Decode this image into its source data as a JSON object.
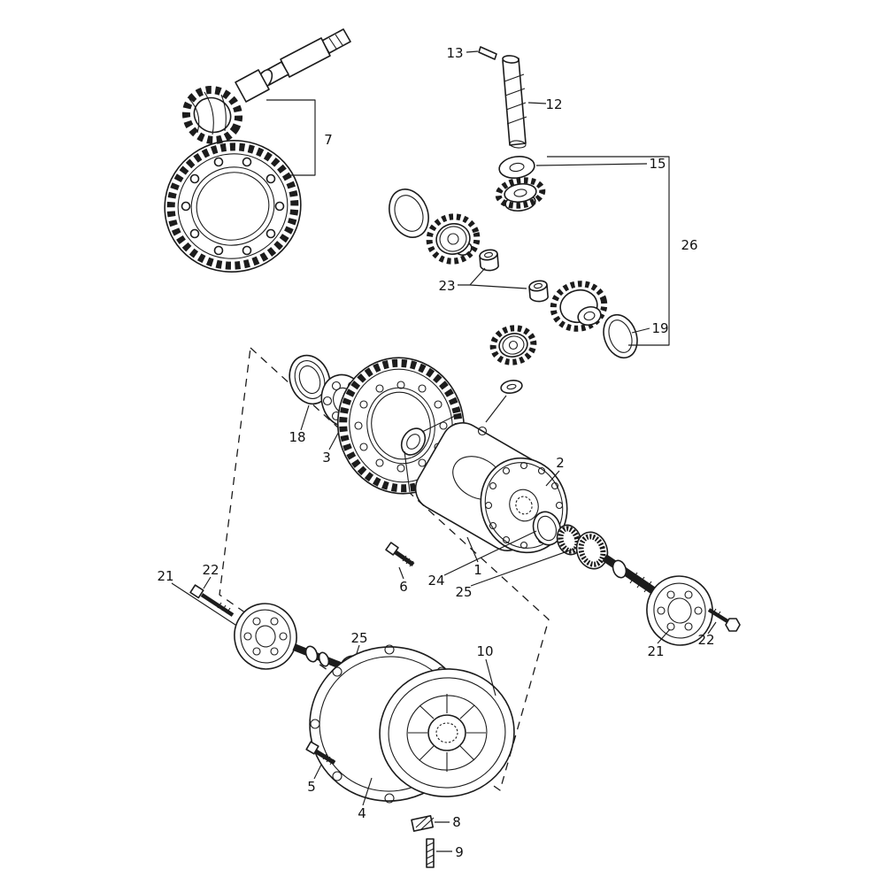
{
  "diagram": {
    "background_color": "#ffffff",
    "line_color": "#1c1c1c"
  },
  "callouts": [
    {
      "label": "13"
    },
    {
      "label": "12"
    },
    {
      "label": "7"
    },
    {
      "label": "15"
    },
    {
      "label": "26"
    },
    {
      "label": "23"
    },
    {
      "label": "19"
    },
    {
      "label": "18"
    },
    {
      "label": "3"
    },
    {
      "label": "2"
    },
    {
      "label": "1"
    },
    {
      "label": "6"
    },
    {
      "label": "24"
    },
    {
      "label": "25"
    },
    {
      "label": "22"
    },
    {
      "label": "21"
    },
    {
      "label": "25"
    },
    {
      "label": "10"
    },
    {
      "label": "21"
    },
    {
      "label": "22"
    },
    {
      "label": "5"
    },
    {
      "label": "4"
    },
    {
      "label": "8"
    },
    {
      "label": "9"
    }
  ]
}
